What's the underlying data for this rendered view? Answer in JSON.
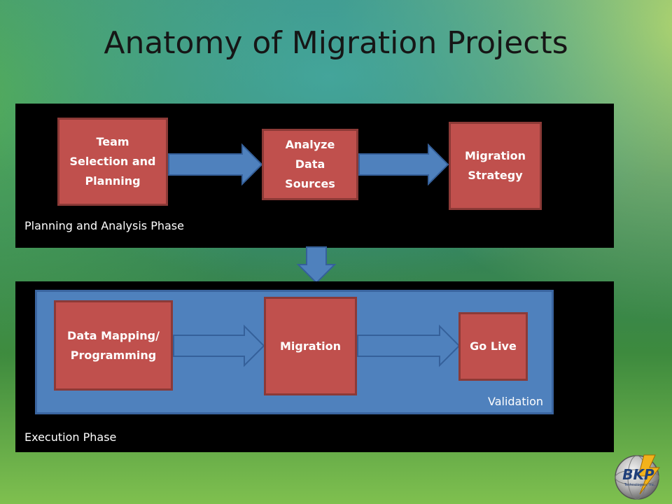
{
  "title": "Anatomy of Migration Projects",
  "planning_phase": {
    "label": "Planning and Analysis Phase",
    "steps": [
      "Team Selection and Planning",
      "Analyze Data Sources",
      "Migration Strategy"
    ]
  },
  "execution_phase": {
    "label": "Execution Phase",
    "validation_label": "Validation",
    "steps": [
      "Data Mapping/ Programming",
      "Migration",
      "Go Live"
    ]
  },
  "colors": {
    "step_fill": "#c0504d",
    "step_border": "#8c3a37",
    "arrow_fill": "#4f81bd",
    "validation_fill": "#4f81bd",
    "panel": "#000000"
  },
  "logo": {
    "text": "BKP",
    "subtext": "Technologies, Inc."
  }
}
